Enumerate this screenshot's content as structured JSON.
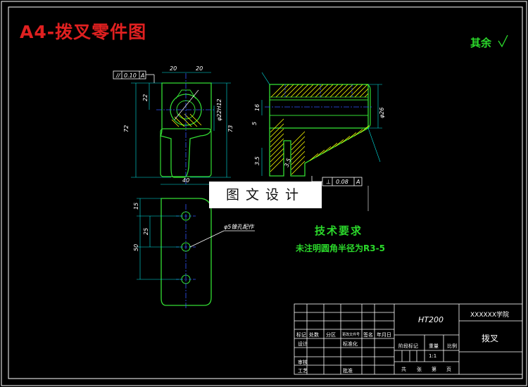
{
  "title": "A4-拨叉零件图",
  "surface_note": "其余",
  "watermark": "图文设计",
  "technical_requirements": {
    "title": "技术要求",
    "body": "未注明圆角半径为R3-5"
  },
  "callouts": {
    "hole_note": "φ5锥孔配作",
    "tolerance_frame_1": {
      "symbol": "//",
      "value": "0.10",
      "datum": "A"
    },
    "tolerance_frame_2": {
      "symbol": "⊥",
      "value": "0.08",
      "datum": "A"
    }
  },
  "dimensions": {
    "top_width_left": "20",
    "top_width_right": "20",
    "height_left": "22",
    "height_total_left": "72",
    "height_total_right": "73",
    "width_bottom": "40",
    "side_15": "15",
    "side_25": "25",
    "side_50": "50",
    "bore_label": "φ22H12",
    "right_dia": "φ26",
    "right_16": "16",
    "right_5": "5",
    "right_3_5a": "3.5",
    "right_3_5b": "3.5"
  },
  "title_block": {
    "material": "HT200",
    "school": "XXXXXX学院",
    "part_name": "拨叉",
    "scale_value": "1:1",
    "labels": {
      "mark": "标记",
      "count": "处数",
      "zone": "分区",
      "change_doc": "更改文件号",
      "signature": "签名",
      "date": "年月日",
      "design": "设计",
      "standardize": "标准化",
      "stage_mark": "阶段标记",
      "weight": "重量",
      "scale": "比例",
      "review": "审核",
      "process": "工艺",
      "approve": "批准",
      "total": "共",
      "sheet": "张",
      "page_no": "第",
      "page": "页"
    }
  },
  "colors": {
    "background": "#000000",
    "frame": "#ffffff",
    "part_outline": "#33dd33",
    "centerline": "#3355ff",
    "hatch": "#ffff00",
    "dimension": "#00e5e5",
    "title_red": "#e02020"
  }
}
